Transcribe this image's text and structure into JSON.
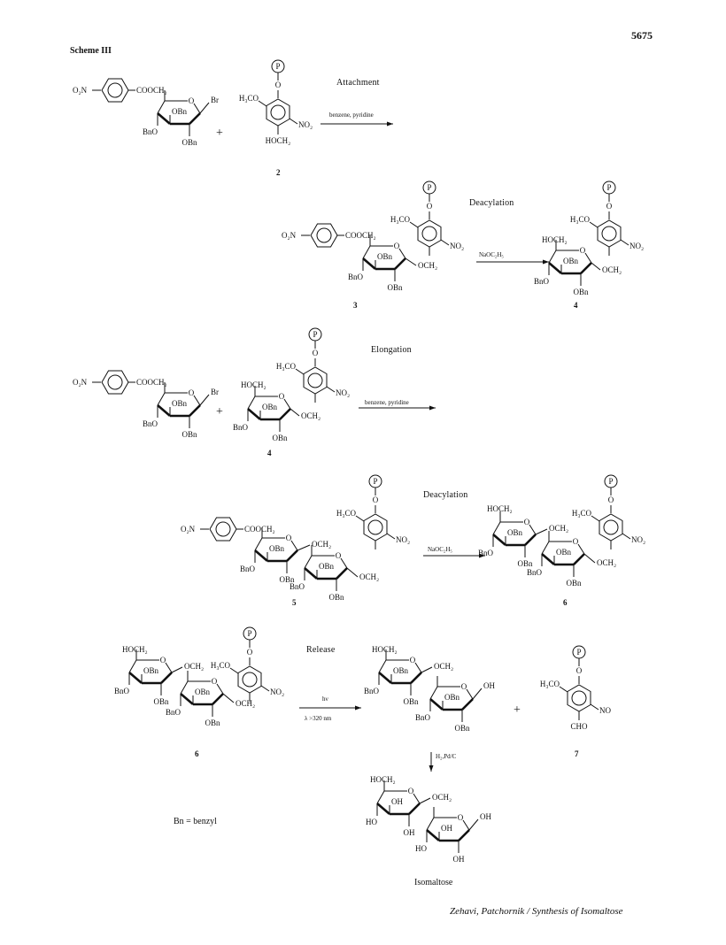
{
  "page_number": "5675",
  "scheme_label": "Scheme III",
  "footer": "Zehavi, Patchornik / Synthesis of Isomaltose",
  "bn_definition": "Bn = benzyl",
  "steps": {
    "attachment": "Attachment",
    "deacylation": "Deacylation",
    "elongation": "Elongation",
    "release": "Release"
  },
  "conditions": {
    "benzene_pyridine": "benzene, pyridine",
    "naoc2h5": "NaOC₂H₅",
    "hv": "hν",
    "lambda": "λ >320 nm",
    "hydrogenation": "H₂,Pd/C"
  },
  "compounds": {
    "c2": "2",
    "c3": "3",
    "c4": "4",
    "c5": "5",
    "c6": "6",
    "c7": "7",
    "isomaltose": "Isomaltose"
  },
  "atoms": {
    "o2n": "O₂N",
    "cooch2": "COOCH₂",
    "br": "Br",
    "obn": "OBn",
    "bno": "BnO",
    "h3co": "H₃CO",
    "no2": "NO₂",
    "no": "NO",
    "hoch2": "HOCH₂",
    "och2": "OCH₂",
    "cho": "CHO",
    "oh": "OH",
    "ho": "HO",
    "p": "P",
    "o": "O",
    "plus": "+"
  }
}
